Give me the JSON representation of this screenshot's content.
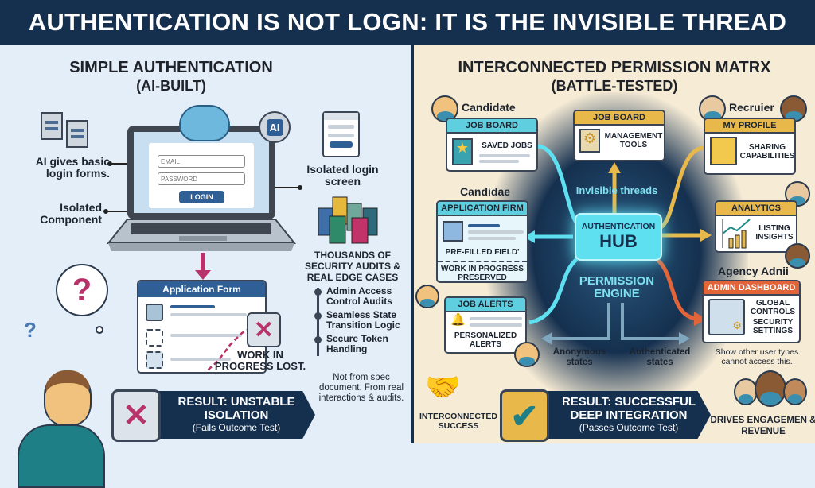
{
  "title": "AUTHENTICATION IS NOT LOGN: IT IS THE INVISIBLE THREAD",
  "colors": {
    "navy": "#15304f",
    "left_bg": "#e3eef8",
    "right_bg": "#f6ebd5",
    "teal": "#5fcfe0",
    "gold": "#e8b94a",
    "orange": "#e2653a",
    "fail": "#b8336a",
    "success": "#1f8a8a"
  },
  "left": {
    "heading": "SIMPLE AUTHENTICATION",
    "subheading": "(AI-BUILT)",
    "note_forms": "AI gives basic login forms.",
    "note_component": "Isolated Component",
    "login_form": {
      "email_placeholder": "EMAIL",
      "password_placeholder": "PASSWORD",
      "button": "LOGIN"
    },
    "ai_badge": "AI",
    "note_screen": "Isolated login screen",
    "audits_heading": "THOUSANDS OF SECURITY AUDITS & REAL EDGE CASES",
    "audit_items": [
      "Admin Access Control Audits",
      "Seamless State Transition Logic",
      "Secure Token Handling"
    ],
    "audit_note": "Not from spec document. From real interactions & audits.",
    "app_form_title": "Application Form",
    "wip_lost": "WORK IN PROGRESS LOST.",
    "question_mark": "?",
    "result": {
      "line1": "RESULT: UNSTABLE",
      "line2": "ISOLATION",
      "line3": "(Fails Outcome Test)"
    }
  },
  "right": {
    "heading": "INTERCONNECTED PERMISSION MATRX",
    "subheading": "(BATTLE-TESTED)",
    "candidate_label": "Candidate",
    "candidate2_label": "Candidae",
    "recruiter_label": "Recruier",
    "admin_label": "Agency Adnii",
    "cards": {
      "job_board_candidate": {
        "header": "JOB BOARD",
        "body": "SAVED JOBS"
      },
      "job_board_center": {
        "header": "JOB BOARD",
        "body": "MANAGEMENT TOOLS"
      },
      "my_profile": {
        "header": "MY PROFILE",
        "body": "SHARING CAPABILITIES"
      },
      "application_form": {
        "header": "APPLICATION FIRM",
        "body": "PRE-FILLED FIELD'",
        "footer": "WORK IN PROGRESS PRESERVED"
      },
      "analytics": {
        "header": "ANALYTICS",
        "body": "LISTING INSIGHTS"
      },
      "job_alerts": {
        "header": "JOB ALERTS",
        "body": "PERSONALIZED ALERTS"
      },
      "admin_dashboard": {
        "header": "ADMIN DASHBOARD",
        "body1": "GLOBAL CONTROLS",
        "body2": "SECURITY SETTINGS"
      }
    },
    "invisible_threads": "Invisible threads",
    "hub": {
      "line1": "AUTHENTICATION",
      "line2": "HUB"
    },
    "engine": "PERMISSION ENGINE",
    "anonymous": "Anonymous states",
    "authenticated": "Authenticated states",
    "admin_note": "Show other user types cannot access this.",
    "interconnected": "INTERCONNECTED SUCCESS",
    "drives": "DRIVES ENGAGEMEN & REVENUE",
    "result": {
      "line1": "RESULT: SUCCESSFUL",
      "line2": "DEEP INTEGRATION",
      "line3": "(Passes Outcome Test)"
    }
  }
}
